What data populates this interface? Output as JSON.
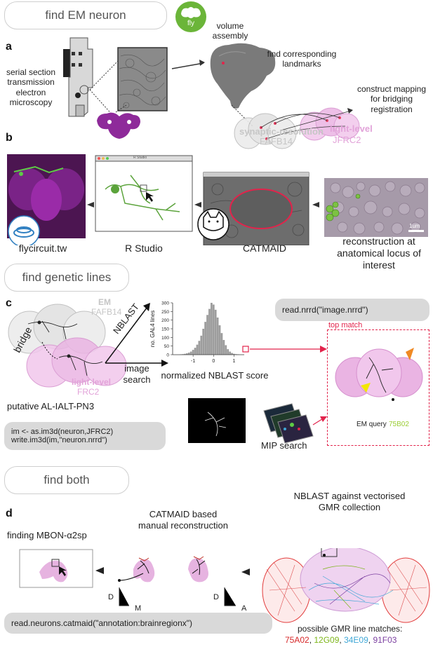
{
  "sections": {
    "find_em": "find EM neuron",
    "find_genetic": "find genetic lines",
    "find_both": "find both"
  },
  "fly_badge": "fly",
  "panel_a": {
    "letter": "a",
    "sstem": "serial section transmission electron microscopy",
    "volume_assembly": "volume assembly",
    "find_landmarks": "find corresponding landmarks",
    "construct_mapping": "construct mapping for bridging registration",
    "synaptic": "synaptic-resolution",
    "fafb": "FAFB14",
    "light_level": "light-level",
    "jfrc2": "JFRC2"
  },
  "panel_b": {
    "letter": "b",
    "flycircuit": "flycircuit.tw",
    "rstudio": "R Studio",
    "rstudio_title": "R Studio",
    "catmaid": "CATMAID",
    "recon": "reconstruction at anatomical locus of interest",
    "scalebar": "1um"
  },
  "panel_c": {
    "letter": "c",
    "em": "EM",
    "fafb": "FAFB14",
    "bridge": "bridge",
    "nblast": "NBLAST",
    "image_search": "image search",
    "light_level": "light-level",
    "frc2": "FRC2",
    "putative": "putative AL-IALT-PN3",
    "read_nrrd": "read.nrrd(\"image.nrrd\")",
    "top_match": "top match",
    "em_query": "EM query",
    "line_id": "75B02",
    "code_line1": "im <- as.im3d(neuron,JFRC2)",
    "code_line2": "write.im3d(im,\"neuron.nrrd\")",
    "mip": "MIP search",
    "hist_xlabel": "normalized NBLAST score",
    "hist_ylabel": "no. GAL4 lines",
    "hist_yticks": [
      "0",
      "50",
      "100",
      "150",
      "200",
      "250",
      "300"
    ],
    "hist_xticks": [
      "-1",
      "0",
      "1"
    ]
  },
  "panel_d": {
    "letter": "d",
    "finding": "finding MBON-α2sp",
    "catmaid_manual": "CATMAID based manual reconstruction",
    "nblast_gmr": "NBLAST against vectorised GMR collection",
    "axis_d": "D",
    "axis_m": "M",
    "axis_d2": "D",
    "axis_a": "A",
    "code": "read.neurons.catmaid(\"annotation:brainregionx\")",
    "possible": "possible GMR line matches:",
    "matches": [
      {
        "text": "75A02",
        "color": "#d62728"
      },
      {
        "text": "12G09",
        "color": "#7cb518"
      },
      {
        "text": "34E09",
        "color": "#3fa7d6"
      },
      {
        "text": "91F03",
        "color": "#7b3fa0"
      }
    ]
  },
  "colors": {
    "magenta": "#8e2a9a",
    "pink": "#e6a6de",
    "red_box": "#e2234b",
    "green": "#7cc242"
  },
  "chart_data": {
    "type": "bar",
    "title": "",
    "xlabel": "normalized NBLAST score",
    "ylabel": "no. GAL4 lines",
    "ylim": [
      0,
      300
    ],
    "xlim": [
      -2,
      1.5
    ],
    "x": [
      -1.6,
      -1.5,
      -1.4,
      -1.3,
      -1.2,
      -1.1,
      -1.0,
      -0.9,
      -0.8,
      -0.7,
      -0.6,
      -0.5,
      -0.4,
      -0.3,
      -0.2,
      -0.1,
      0.0,
      0.1,
      0.2,
      0.3,
      0.4,
      0.5,
      0.6,
      0.7,
      0.8,
      0.9,
      1.0,
      1.1,
      1.2
    ],
    "values": [
      2,
      3,
      5,
      8,
      12,
      18,
      28,
      40,
      58,
      80,
      110,
      150,
      190,
      230,
      265,
      300,
      290,
      260,
      215,
      170,
      125,
      85,
      55,
      32,
      18,
      10,
      5,
      3,
      2
    ]
  }
}
